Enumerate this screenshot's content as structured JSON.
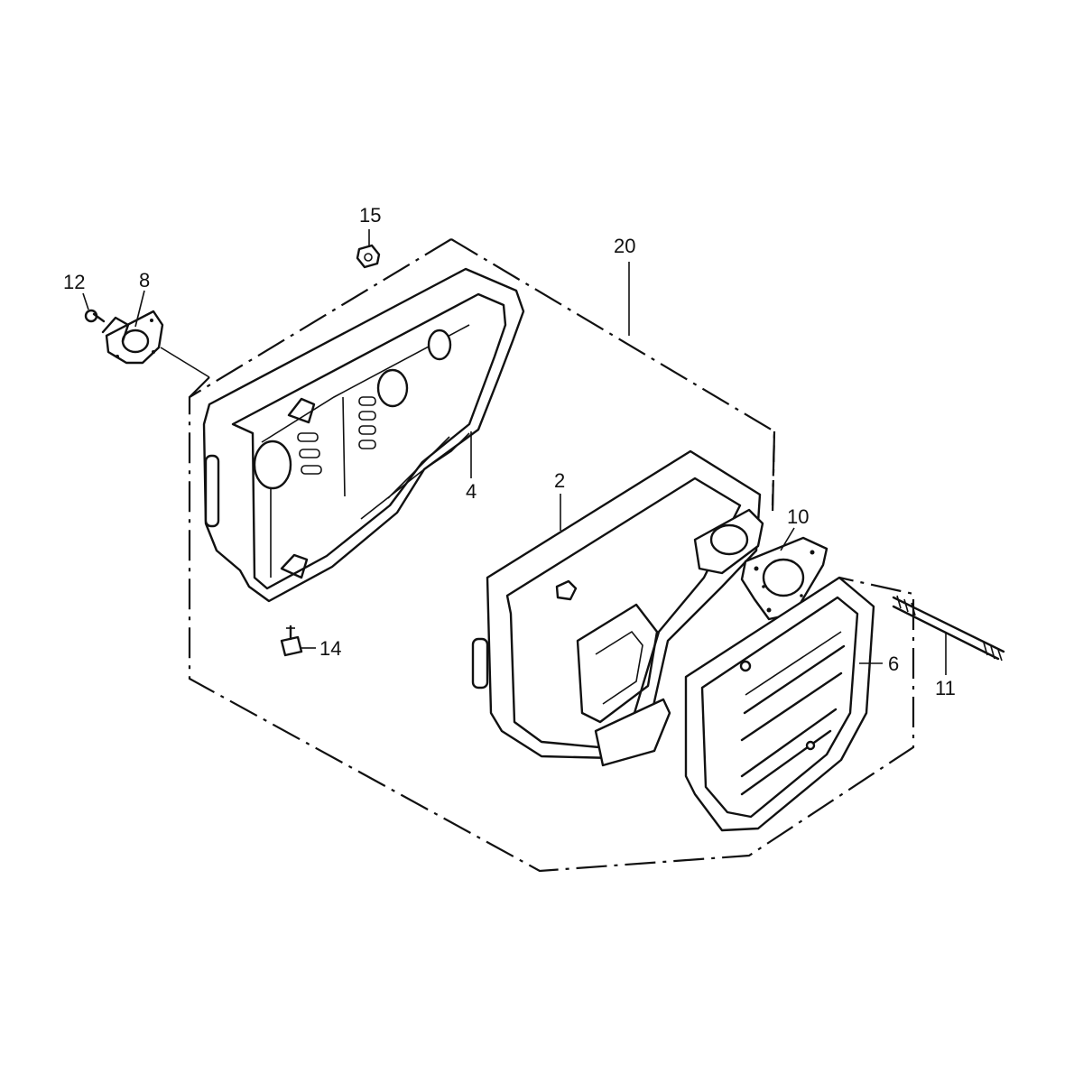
{
  "callouts": {
    "c15": "15",
    "c20": "20",
    "c12": "12",
    "c8": "8",
    "c4": "4",
    "c2": "2",
    "c10": "10",
    "c14": "14",
    "c6": "6",
    "c11": "11"
  }
}
